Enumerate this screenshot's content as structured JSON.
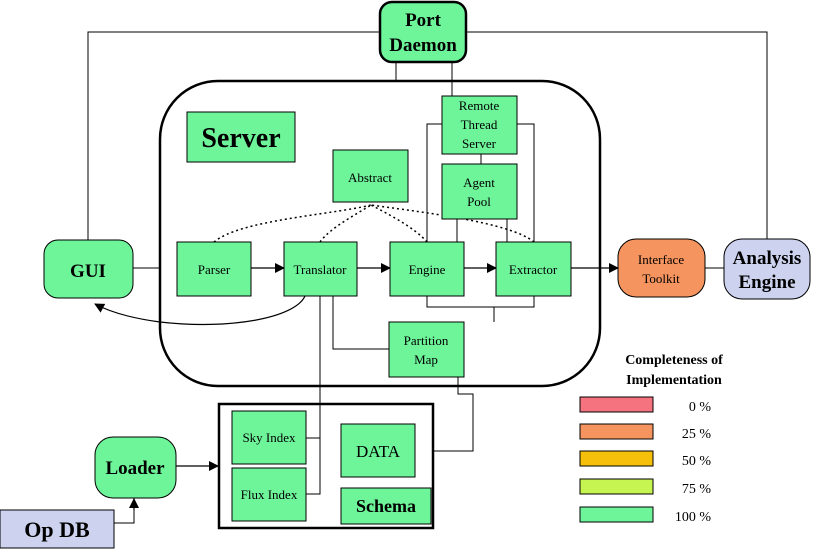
{
  "colors": {
    "done": "#6ef59a",
    "pct0": "#f5737f",
    "pct25": "#f5945e",
    "pct50": "#f5bf0a",
    "pct75": "#c6f552",
    "pct100": "#6ef59a",
    "analysis": "#cdd3ef",
    "opdb": "#cdd3ef"
  },
  "nodes": {
    "port_daemon": [
      "Port",
      "Daemon"
    ],
    "server": "Server",
    "abstract": "Abstract",
    "remote_thread_server": [
      "Remote",
      "Thread",
      "Server"
    ],
    "agent_pool": [
      "Agent",
      "Pool"
    ],
    "gui": "GUI",
    "parser": "Parser",
    "translator": "Translator",
    "engine": "Engine",
    "extractor": "Extractor",
    "interface_toolkit": [
      "Interface",
      "Toolkit"
    ],
    "analysis_engine": [
      "Analysis",
      "Engine"
    ],
    "partition_map": [
      "Partition",
      "Map"
    ],
    "loader": "Loader",
    "sky_index": "Sky Index",
    "flux_index": "Flux Index",
    "data": "DATA",
    "schema": "Schema",
    "op_db": "Op DB"
  },
  "legend": {
    "title": [
      "Completeness of",
      "Implementation"
    ],
    "items": [
      {
        "label": "0 %",
        "color": "#f5737f"
      },
      {
        "label": "25 %",
        "color": "#f5945e"
      },
      {
        "label": "50 %",
        "color": "#f5bf0a"
      },
      {
        "label": "75 %",
        "color": "#c6f552"
      },
      {
        "label": "100 %",
        "color": "#6ef59a"
      }
    ]
  }
}
